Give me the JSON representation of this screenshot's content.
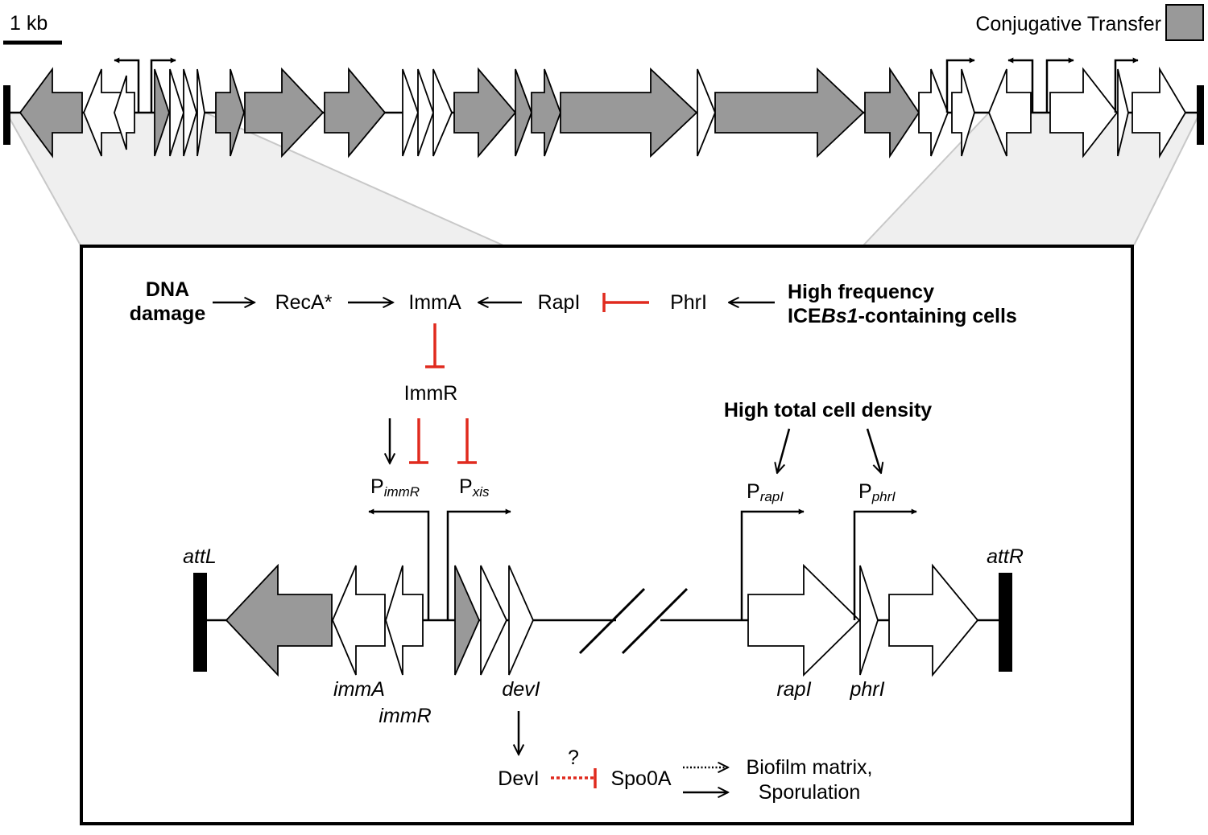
{
  "colors": {
    "conjugative_gray": "#999999",
    "repression_red": "#e02a1e",
    "line_black": "#000000",
    "zoom_shade": "#efefef"
  },
  "scale_bar": {
    "label": "1 kb"
  },
  "legend": {
    "label": "Conjugative Transfer"
  },
  "regulation": {
    "dna_damage_line1": "DNA",
    "dna_damage_line2": "damage",
    "reca": "RecA*",
    "imma": "ImmA",
    "rapi": "RapI",
    "phri": "PhrI",
    "high_freq_line1": "High frequency",
    "high_freq_line2_bold": "ICE",
    "high_freq_line2_italic": "Bs1",
    "high_freq_line2_rest": "-containing cells",
    "immr": "ImmR",
    "high_density": "High total cell density",
    "devi_protein": "DevI",
    "question": "?",
    "spo0a": "Spo0A",
    "outcome_line1": "Biofilm matrix,",
    "outcome_line2": "Sporulation"
  },
  "promoters": {
    "pimmr_p": "P",
    "pimmr_sub": "immR",
    "pxis_p": "P",
    "pxis_sub": "xis",
    "prapi_p": "P",
    "prapi_sub": "rapI",
    "pphri_p": "P",
    "pphri_sub": "phrI"
  },
  "genes": {
    "attl": "attL",
    "attr": "attR",
    "imma": "immA",
    "immr": "immR",
    "devi": "devI",
    "rapi": "rapI",
    "phri": "phrI"
  }
}
